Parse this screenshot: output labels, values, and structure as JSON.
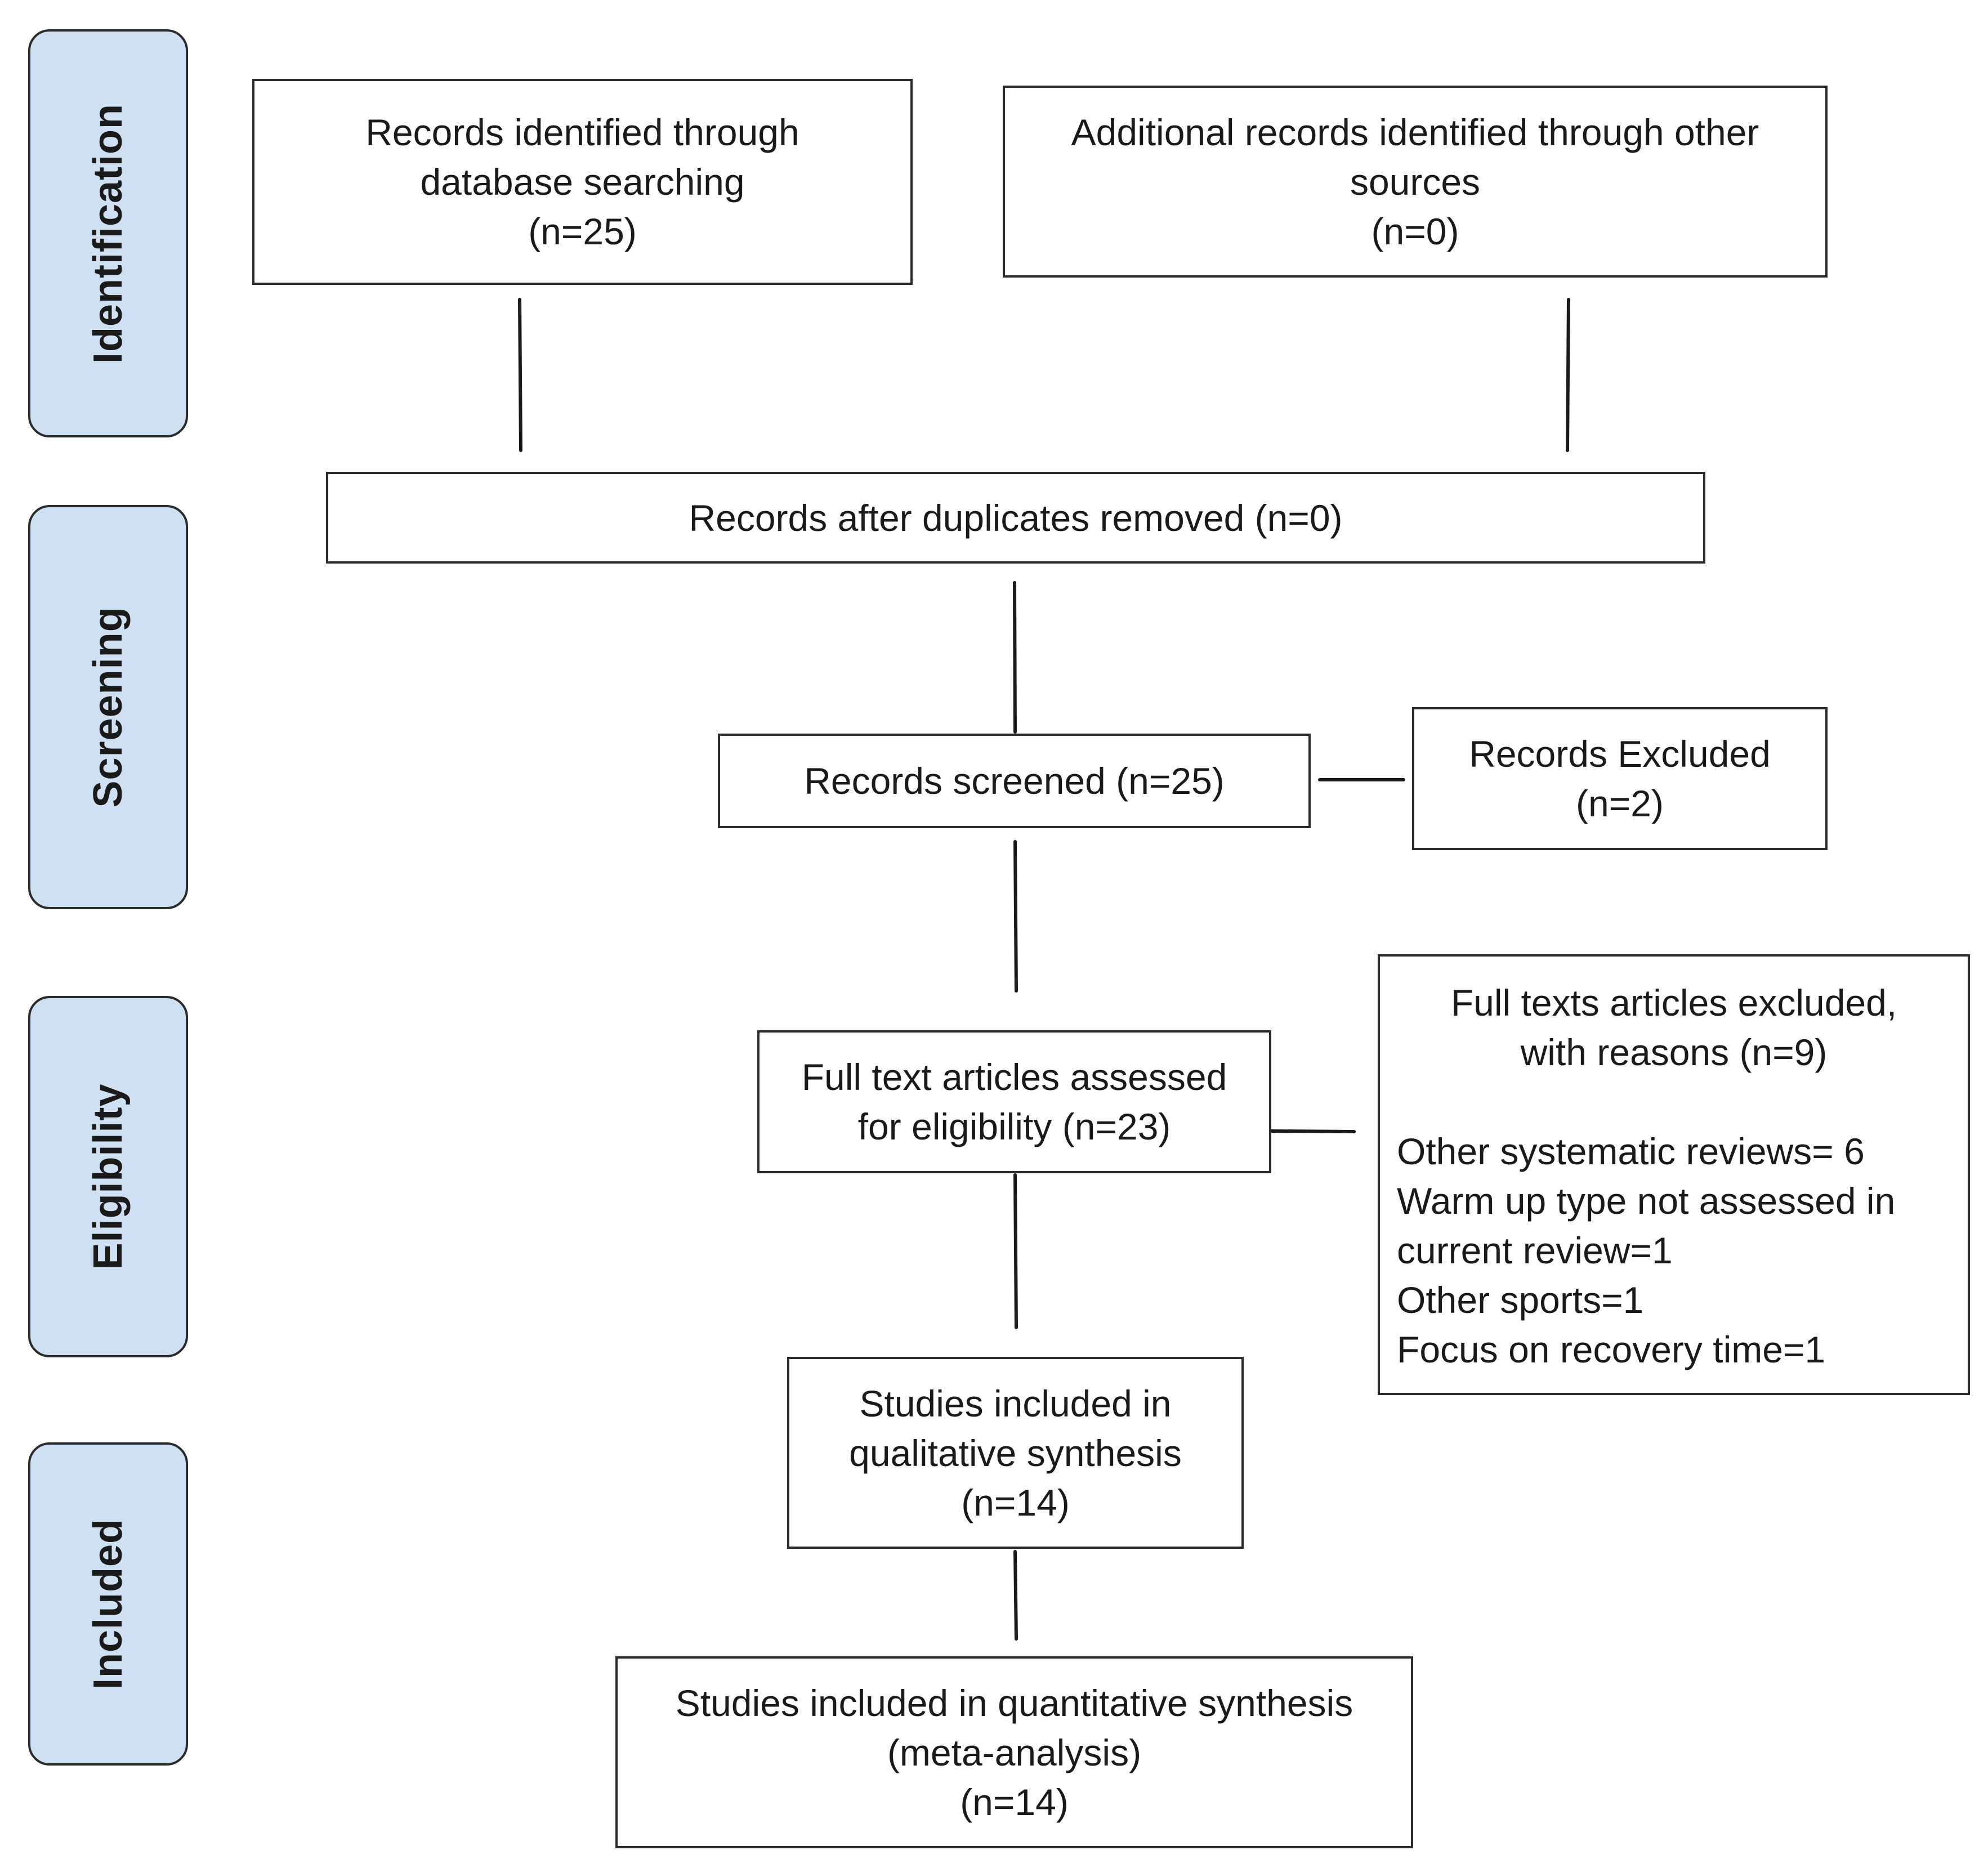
{
  "phases": {
    "identification": "Identification",
    "screening": "Screening",
    "eligibility": "Eligibility",
    "included": "Included"
  },
  "boxes": {
    "database_search": {
      "lines": [
        "Records identified through",
        "database searching",
        "(n=25)"
      ]
    },
    "other_sources": {
      "lines": [
        "Additional records identified through other",
        "sources",
        "(n=0)"
      ]
    },
    "duplicates_removed": {
      "lines": [
        "Records after duplicates removed (n=0)"
      ]
    },
    "records_screened": {
      "lines": [
        "Records screened (n=25)"
      ]
    },
    "records_excluded": {
      "lines": [
        "Records Excluded",
        "(n=2)"
      ]
    },
    "full_text_assessed": {
      "lines": [
        "Full text articles assessed",
        "for eligibility (n=23)"
      ]
    },
    "full_text_excluded": {
      "header": [
        "Full texts articles excluded,",
        "with reasons (n=9)"
      ],
      "reasons": [
        "Other systematic reviews= 6",
        "Warm up type not assessed in",
        "current review=1",
        "Other sports=1",
        "Focus on recovery time=1"
      ]
    },
    "qualitative": {
      "lines": [
        "Studies included in",
        "qualitative synthesis",
        "(n=14)"
      ]
    },
    "quantitative": {
      "lines": [
        "Studies included in quantitative synthesis",
        "(meta-analysis)",
        "(n=14)"
      ]
    }
  }
}
